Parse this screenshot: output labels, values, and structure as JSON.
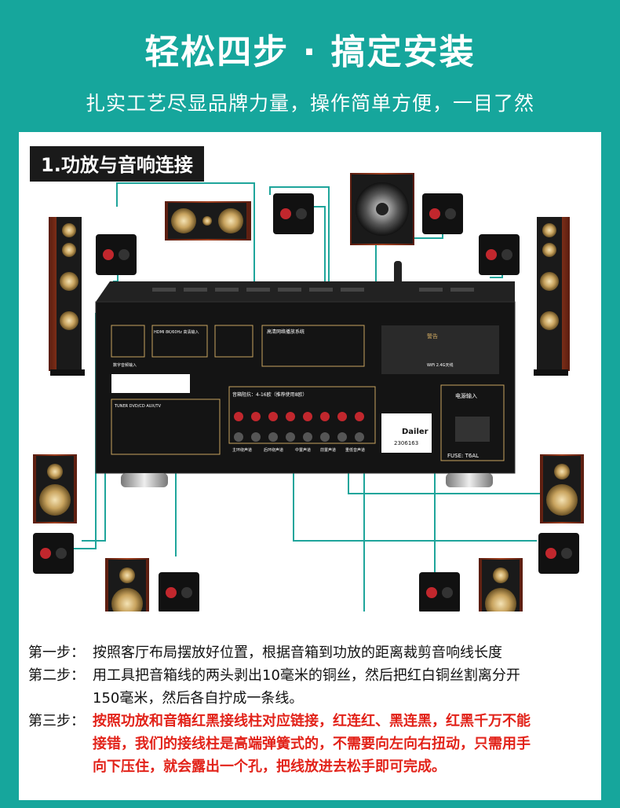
{
  "header": {
    "title": "轻松四步 · 搞定安装",
    "subtitle": "扎实工艺尽显品牌力量，操作简单方便，一目了然"
  },
  "section": {
    "label": "1.功放与音响连接"
  },
  "amplifier": {
    "brand": "Dailer",
    "hdmi_label": "HDMI 8K/60Hz 高清输入",
    "bt_label": "高清网络播放系统",
    "speaker_impedance": "音箱阻抗：4-16欧（推荐使用8欧）",
    "warning": "警告",
    "power_input": "电源输入",
    "fuse": "FUSE: T6AL",
    "wifi": "WiFi 2.4G天线",
    "serial": "2306163",
    "front_label": "数字音频输入",
    "tuner_label": "TUNER DVD/CD AUX/TV",
    "channel_labels": [
      "主环绕声道",
      "后环绕声道",
      "中置声道",
      "前置声道",
      "重低音声道"
    ]
  },
  "colors": {
    "teal": "#16a69c",
    "wire": "#1fa59b",
    "red": "#e2231a"
  },
  "steps": [
    {
      "label": "第一步：",
      "lines": [
        "按照客厅布局摆放好位置，根据音箱到功放的距离裁剪音响线长度"
      ],
      "highlight": false
    },
    {
      "label": "第二步：",
      "lines": [
        "用工具把音箱线的两头剥出10毫米的铜丝，然后把红白铜丝割离分开",
        "150毫米，然后各自拧成一条线。"
      ],
      "highlight": false
    },
    {
      "label": "第三步：",
      "lines": [
        "按照功放和音箱红黑接线柱对应链接，红连红、黑连黑，红黑千万不能",
        "接错，我们的接线柱是高端弹簧式的，不需要向左向右扭动，只需用手",
        "向下压住，就会露出一个孔，把线放进去松手即可完成。"
      ],
      "highlight": true
    }
  ]
}
